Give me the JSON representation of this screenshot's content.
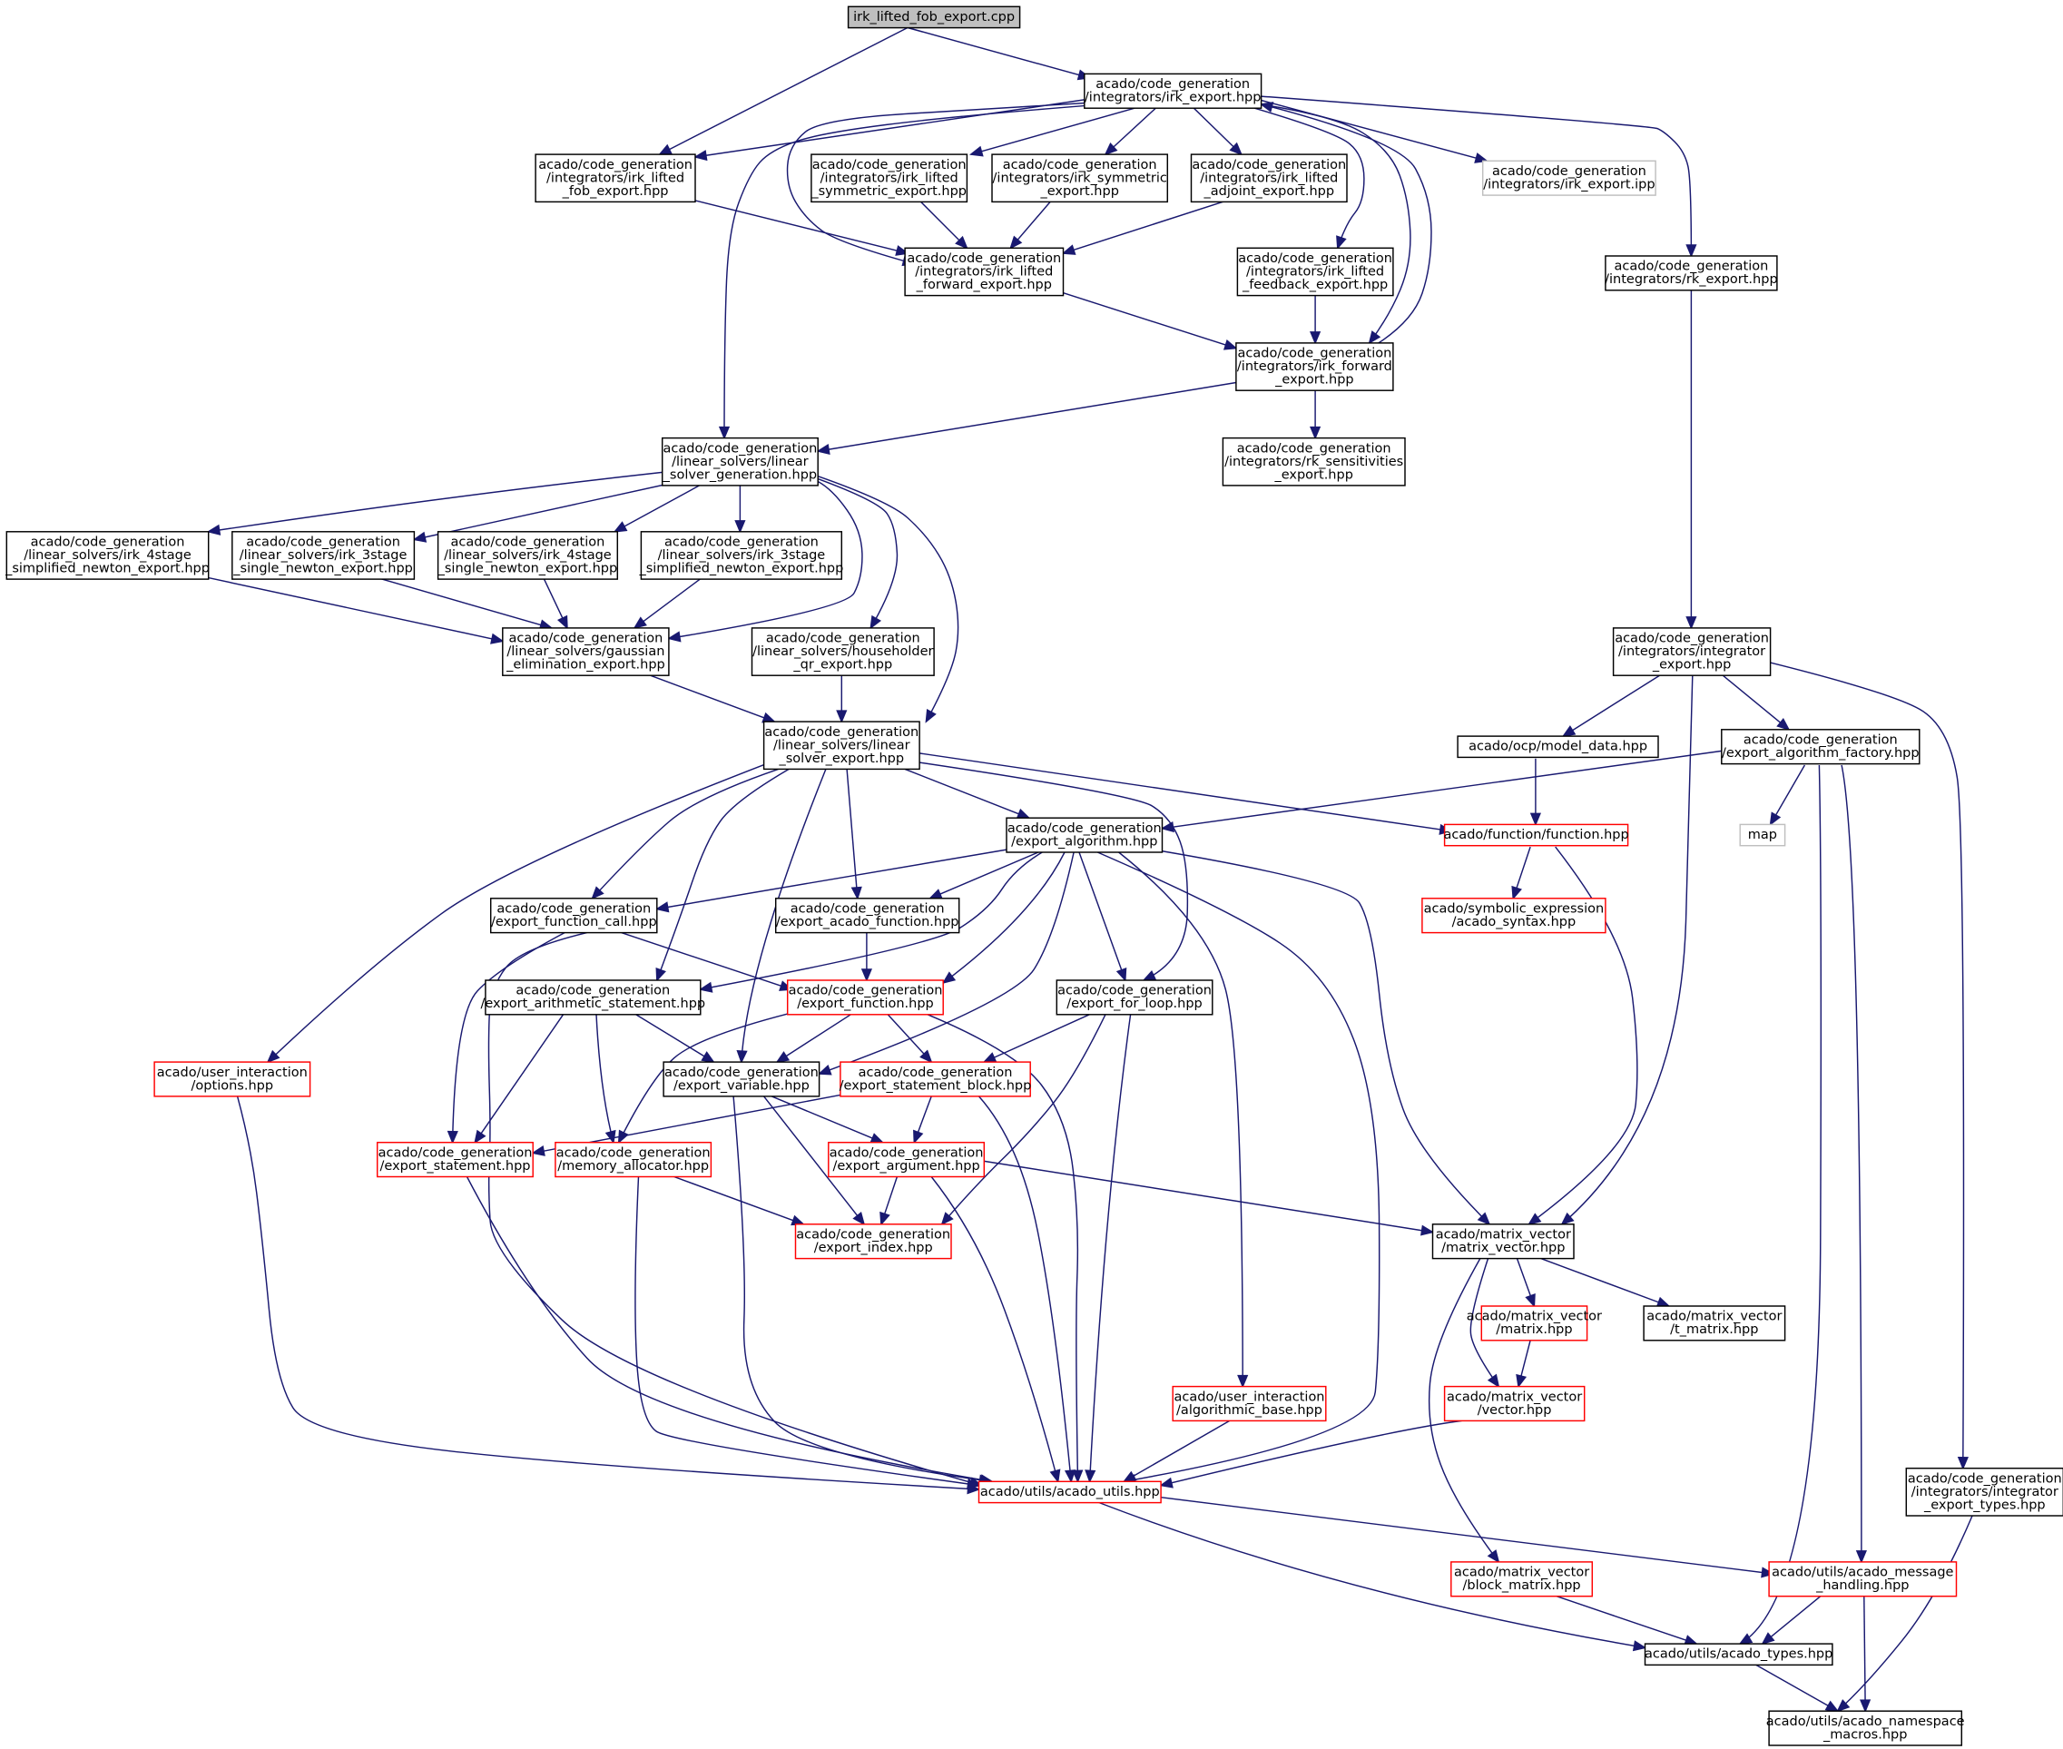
{
  "nodes": [
    {
      "id": "n1",
      "lines": [
        "irk_lifted_fob_export.cpp"
      ],
      "style": "root"
    },
    {
      "id": "n2",
      "lines": [
        "acado/code_generation",
        "/integrators/irk_export.hpp"
      ],
      "style": "normal"
    },
    {
      "id": "n3",
      "lines": [
        "acado/code_generation",
        "/integrators/irk_lifted",
        "_fob_export.hpp"
      ],
      "style": "normal"
    },
    {
      "id": "n4",
      "lines": [
        "acado/code_generation",
        "/integrators/irk_lifted",
        "_symmetric_export.hpp"
      ],
      "style": "normal"
    },
    {
      "id": "n5",
      "lines": [
        "acado/code_generation",
        "/integrators/irk_symmetric",
        "_export.hpp"
      ],
      "style": "normal"
    },
    {
      "id": "n6",
      "lines": [
        "acado/code_generation",
        "/integrators/irk_lifted",
        "_adjoint_export.hpp"
      ],
      "style": "normal"
    },
    {
      "id": "n7",
      "lines": [
        "acado/code_generation",
        "/integrators/irk_export.ipp"
      ],
      "style": "missing"
    },
    {
      "id": "n8",
      "lines": [
        "acado/code_generation",
        "/integrators/irk_lifted",
        "_forward_export.hpp"
      ],
      "style": "normal"
    },
    {
      "id": "n9",
      "lines": [
        "acado/code_generation",
        "/integrators/irk_lifted",
        "_feedback_export.hpp"
      ],
      "style": "normal"
    },
    {
      "id": "n10",
      "lines": [
        "acado/code_generation",
        "/integrators/rk_export.hpp"
      ],
      "style": "normal"
    },
    {
      "id": "n11",
      "lines": [
        "acado/code_generation",
        "/integrators/irk_forward",
        "_export.hpp"
      ],
      "style": "normal"
    },
    {
      "id": "n12",
      "lines": [
        "acado/code_generation",
        "/linear_solvers/linear",
        "_solver_generation.hpp"
      ],
      "style": "normal"
    },
    {
      "id": "n13",
      "lines": [
        "acado/code_generation",
        "/integrators/rk_sensitivities",
        "_export.hpp"
      ],
      "style": "normal"
    },
    {
      "id": "n14",
      "lines": [
        "acado/code_generation",
        "/linear_solvers/irk_4stage",
        "_simplified_newton_export.hpp"
      ],
      "style": "normal"
    },
    {
      "id": "n15",
      "lines": [
        "acado/code_generation",
        "/linear_solvers/irk_3stage",
        "_single_newton_export.hpp"
      ],
      "style": "normal"
    },
    {
      "id": "n16",
      "lines": [
        "acado/code_generation",
        "/linear_solvers/irk_4stage",
        "_single_newton_export.hpp"
      ],
      "style": "normal"
    },
    {
      "id": "n17",
      "lines": [
        "acado/code_generation",
        "/linear_solvers/irk_3stage",
        "_simplified_newton_export.hpp"
      ],
      "style": "normal"
    },
    {
      "id": "n18",
      "lines": [
        "acado/code_generation",
        "/linear_solvers/gaussian",
        "_elimination_export.hpp"
      ],
      "style": "normal"
    },
    {
      "id": "n19",
      "lines": [
        "acado/code_generation",
        "/linear_solvers/householder",
        "_qr_export.hpp"
      ],
      "style": "normal"
    },
    {
      "id": "n20",
      "lines": [
        "acado/code_generation",
        "/integrators/integrator",
        "_export.hpp"
      ],
      "style": "normal"
    },
    {
      "id": "n21",
      "lines": [
        "acado/code_generation",
        "/linear_solvers/linear",
        "_solver_export.hpp"
      ],
      "style": "normal"
    },
    {
      "id": "n22",
      "lines": [
        "acado/ocp/model_data.hpp"
      ],
      "style": "normal"
    },
    {
      "id": "n23",
      "lines": [
        "acado/code_generation",
        "/export_algorithm_factory.hpp"
      ],
      "style": "normal"
    },
    {
      "id": "n24",
      "lines": [
        "acado/code_generation",
        "/export_algorithm.hpp"
      ],
      "style": "normal"
    },
    {
      "id": "n25",
      "lines": [
        "acado/function/function.hpp"
      ],
      "style": "red"
    },
    {
      "id": "n26",
      "lines": [
        "map"
      ],
      "style": "missing"
    },
    {
      "id": "n27",
      "lines": [
        "acado/code_generation",
        "/export_function_call.hpp"
      ],
      "style": "normal"
    },
    {
      "id": "n28",
      "lines": [
        "acado/code_generation",
        "/export_acado_function.hpp"
      ],
      "style": "normal"
    },
    {
      "id": "n29",
      "lines": [
        "acado/symbolic_expression",
        "/acado_syntax.hpp"
      ],
      "style": "red"
    },
    {
      "id": "n30",
      "lines": [
        "acado/code_generation",
        "/export_arithmetic_statement.hpp"
      ],
      "style": "normal"
    },
    {
      "id": "n31",
      "lines": [
        "acado/code_generation",
        "/export_function.hpp"
      ],
      "style": "red"
    },
    {
      "id": "n32",
      "lines": [
        "acado/code_generation",
        "/export_for_loop.hpp"
      ],
      "style": "normal"
    },
    {
      "id": "n33",
      "lines": [
        "acado/user_interaction",
        "/options.hpp"
      ],
      "style": "red"
    },
    {
      "id": "n34",
      "lines": [
        "acado/code_generation",
        "/export_variable.hpp"
      ],
      "style": "normal"
    },
    {
      "id": "n35",
      "lines": [
        "acado/code_generation",
        "/export_statement_block.hpp"
      ],
      "style": "red"
    },
    {
      "id": "n36",
      "lines": [
        "acado/code_generation",
        "/export_statement.hpp"
      ],
      "style": "red"
    },
    {
      "id": "n37",
      "lines": [
        "acado/code_generation",
        "/memory_allocator.hpp"
      ],
      "style": "red"
    },
    {
      "id": "n38",
      "lines": [
        "acado/code_generation",
        "/export_argument.hpp"
      ],
      "style": "red"
    },
    {
      "id": "n39",
      "lines": [
        "acado/code_generation",
        "/export_index.hpp"
      ],
      "style": "red"
    },
    {
      "id": "n40",
      "lines": [
        "acado/matrix_vector",
        "/matrix_vector.hpp"
      ],
      "style": "normal"
    },
    {
      "id": "n41",
      "lines": [
        "acado/matrix_vector",
        "/matrix.hpp"
      ],
      "style": "red"
    },
    {
      "id": "n42",
      "lines": [
        "acado/matrix_vector",
        "/t_matrix.hpp"
      ],
      "style": "normal"
    },
    {
      "id": "n43",
      "lines": [
        "acado/user_interaction",
        "/algorithmic_base.hpp"
      ],
      "style": "red"
    },
    {
      "id": "n44",
      "lines": [
        "acado/matrix_vector",
        "/vector.hpp"
      ],
      "style": "red"
    },
    {
      "id": "n45",
      "lines": [
        "acado/code_generation",
        "/integrators/integrator",
        "_export_types.hpp"
      ],
      "style": "normal"
    },
    {
      "id": "n46",
      "lines": [
        "acado/utils/acado_utils.hpp"
      ],
      "style": "red"
    },
    {
      "id": "n47",
      "lines": [
        "acado/matrix_vector",
        "/block_matrix.hpp"
      ],
      "style": "red"
    },
    {
      "id": "n48",
      "lines": [
        "acado/utils/acado_message",
        "_handling.hpp"
      ],
      "style": "red"
    },
    {
      "id": "n49",
      "lines": [
        "acado/utils/acado_types.hpp"
      ],
      "style": "normal"
    },
    {
      "id": "n50",
      "lines": [
        "acado/utils/acado_namespace",
        "_macros.hpp"
      ],
      "style": "normal"
    }
  ],
  "colors": {
    "edge": "#191970",
    "box_normal": "#000000",
    "box_red": "#ff0000",
    "box_missing": "#bfbfbf",
    "root_fill": "#bfbfbf",
    "text_missing": "#808080"
  }
}
